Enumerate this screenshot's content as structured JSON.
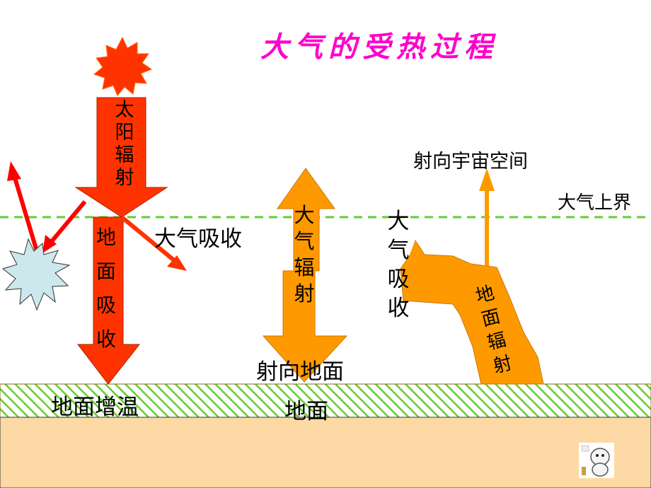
{
  "title": "大气的受热过程",
  "labels": {
    "solar_radiation": "太阳辐射",
    "ground_absorption": "地面吸收",
    "atmosphere_absorption_left": "大气吸收",
    "atmospheric_radiation": "大气辐射",
    "toward_ground": "射向地面",
    "atmosphere_absorption_right": "大气吸收",
    "ground_radiation": "地面辐射",
    "to_space": "射向宇宙空间",
    "top_of_atmosphere": "大气上界",
    "ground_warming": "地面增温",
    "ground": "地面"
  },
  "colors": {
    "title": "#ff00cc",
    "sun": "#ff3300",
    "solar_arrow": "#ff3300",
    "orange_arrow": "#ff9900",
    "reflect_arrow": "#ff0000",
    "boundary": "#66cc33",
    "ground_fill": "#fdd9a5",
    "ground_hatch": "#66cc33",
    "cloud": "#cce8ec"
  }
}
